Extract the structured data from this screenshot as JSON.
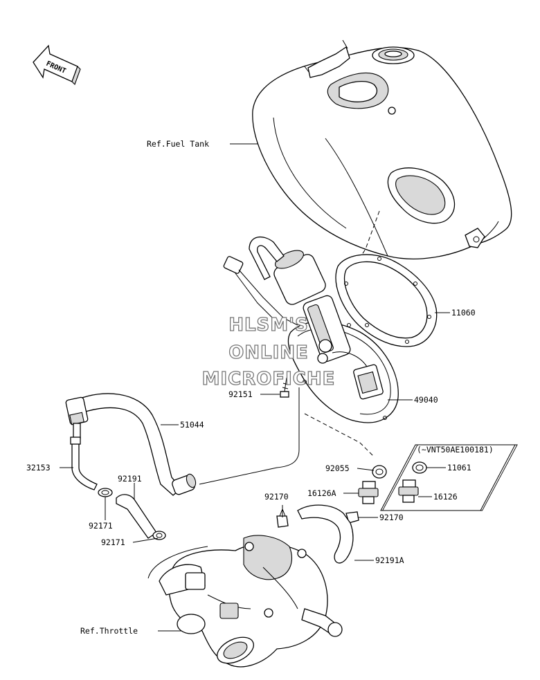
{
  "front_marker": "FRONT",
  "watermark": [
    "HLSM'S",
    "ONLINE",
    "MICROFICHE"
  ],
  "labels": {
    "ref_fuel_tank": "Ref.Fuel Tank",
    "p11060": "11060",
    "p92151": "92151",
    "p49040": "49040",
    "p51044": "51044",
    "p32153": "32153",
    "p92191": "92191",
    "p92055": "92055",
    "p92171_a": "92171",
    "p92171_b": "92171",
    "p92170_a": "92170",
    "p16126A": "16126A",
    "p92170_b": "92170",
    "p92191A": "92191A",
    "ref_throttle": "Ref.Throttle",
    "inset_title": "(~VNT50AE100181)",
    "p11061": "11061",
    "p16126": "16126"
  }
}
